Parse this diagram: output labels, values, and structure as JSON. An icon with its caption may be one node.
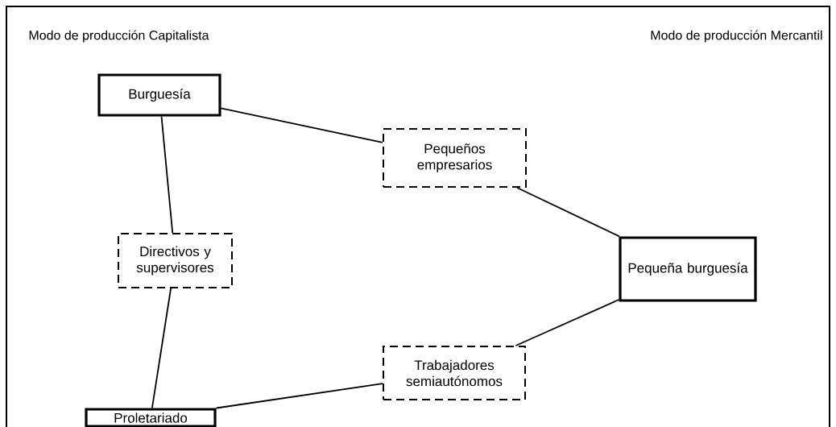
{
  "diagram": {
    "nodes": [
      {
        "text": [
          "Burguesía"
        ]
      },
      {
        "text": [
          "Pequeños empresarios"
        ]
      },
      {
        "text": [
          "Directivos y supervisores"
        ]
      },
      {
        "text": [
          "Pequeña burguesía"
        ]
      },
      {
        "text": [
          "Trabajadores semiautónomos"
        ]
      },
      {
        "text": [
          "Proletariado"
        ]
      }
    ],
    "edges": [
      {
        "from": 0,
        "to": 2,
        "arrow": "none"
      },
      {
        "from": 2,
        "to": 5,
        "arrow": "none"
      },
      {
        "from": 0,
        "to": 1,
        "arrow": "none"
      },
      {
        "from": 1,
        "to": 3,
        "arrow": "none"
      },
      {
        "from": 5,
        "to": 4,
        "arrow": "none"
      },
      {
        "from": 4,
        "to": 3,
        "arrow": "none"
      }
    ],
    "labels": [
      "Modo de producción Capitalista",
      "Modo de producción Mercantil"
    ]
  }
}
